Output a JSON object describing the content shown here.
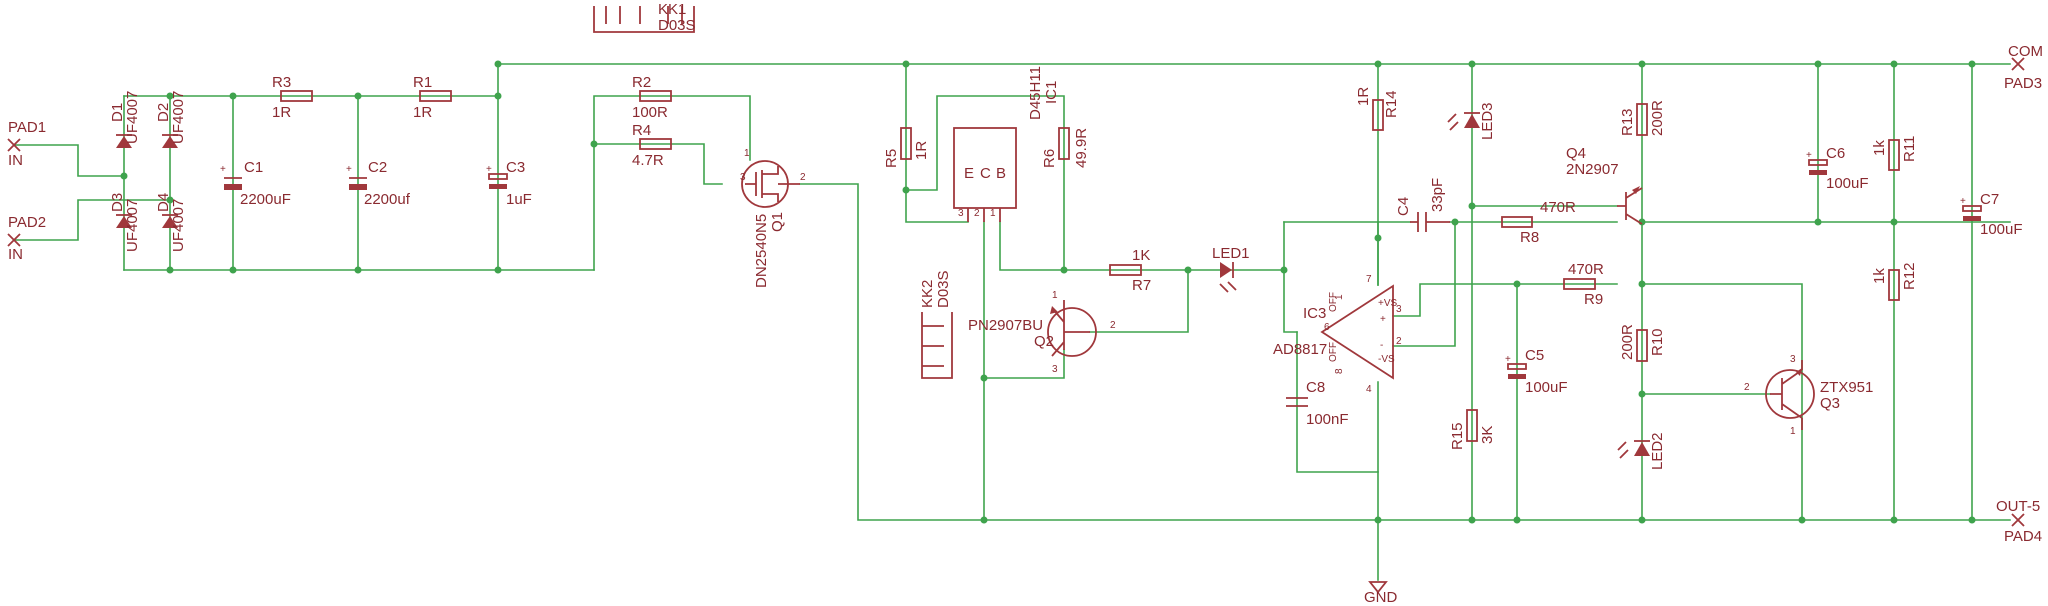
{
  "pads": {
    "pad1": "PAD1",
    "pad1_sig": "IN",
    "pad2": "PAD2",
    "pad2_sig": "IN",
    "pad3": "PAD3",
    "pad3_sig": "COM",
    "pad4": "PAD4",
    "pad4_sig": "OUT-5",
    "gnd": "GND"
  },
  "diodes": [
    {
      "name": "D1",
      "value": "UF4007"
    },
    {
      "name": "D2",
      "value": "UF4007"
    },
    {
      "name": "D3",
      "value": "UF4007"
    },
    {
      "name": "D4",
      "value": "UF4007"
    }
  ],
  "caps": {
    "c1": {
      "name": "C1",
      "value": "2200uF"
    },
    "c2": {
      "name": "C2",
      "value": "2200uf"
    },
    "c3": {
      "name": "C3",
      "value": "1uF"
    },
    "c4": {
      "name": "C4",
      "value": "33pF"
    },
    "c5": {
      "name": "C5",
      "value": "100uF"
    },
    "c6": {
      "name": "C6",
      "value": "100uF"
    },
    "c7": {
      "name": "C7",
      "value": "100uF"
    },
    "c8": {
      "name": "C8",
      "value": "100nF"
    }
  },
  "resistors": {
    "r1": {
      "name": "R1",
      "value": "1R"
    },
    "r2": {
      "name": "R2",
      "value": "100R"
    },
    "r3": {
      "name": "R3",
      "value": "1R"
    },
    "r4": {
      "name": "R4",
      "value": "4.7R"
    },
    "r5": {
      "name": "R5",
      "value": "1R"
    },
    "r6": {
      "name": "R6",
      "value": "49.9R"
    },
    "r7": {
      "name": "R7",
      "value": "1K"
    },
    "r8": {
      "name": "R8",
      "value": "470R"
    },
    "r9": {
      "name": "R9",
      "value": "470R"
    },
    "r10": {
      "name": "R10",
      "value": "200R"
    },
    "r11": {
      "name": "R11",
      "value": "1k"
    },
    "r12": {
      "name": "R12",
      "value": "1k"
    },
    "r13": {
      "name": "R13",
      "value": "200R"
    },
    "r14": {
      "name": "R14",
      "value": "1R"
    },
    "r15": {
      "name": "R15",
      "value": "3K"
    }
  },
  "semis": {
    "q1": {
      "name": "Q1",
      "value": "DN2540N5"
    },
    "q2": {
      "name": "Q2",
      "value": "PN2907BU"
    },
    "q3": {
      "name": "Q3",
      "value": "ZTX951"
    },
    "q4": {
      "name": "Q4",
      "value": "2N2907"
    },
    "ic1": {
      "name": "IC1",
      "value": "D45H11"
    },
    "ic3": {
      "name": "IC3",
      "value": "AD8817"
    },
    "led1": "LED1",
    "led2": "LED2",
    "led3": "LED3"
  },
  "heatsinks": {
    "kk1": {
      "name": "KK1",
      "value": "D03S"
    },
    "kk2": {
      "name": "KK2",
      "value": "D03S"
    }
  },
  "pins": {
    "p1": "1",
    "p2": "2",
    "p3": "3",
    "p4": "4",
    "p6": "6",
    "p7": "7",
    "p8": "8",
    "e": "E",
    "cc": "C",
    "b": "B",
    "plus": "+",
    "minus": "-",
    "vs_p": "+VS",
    "vs_m": "-VS",
    "off": "OFF"
  }
}
